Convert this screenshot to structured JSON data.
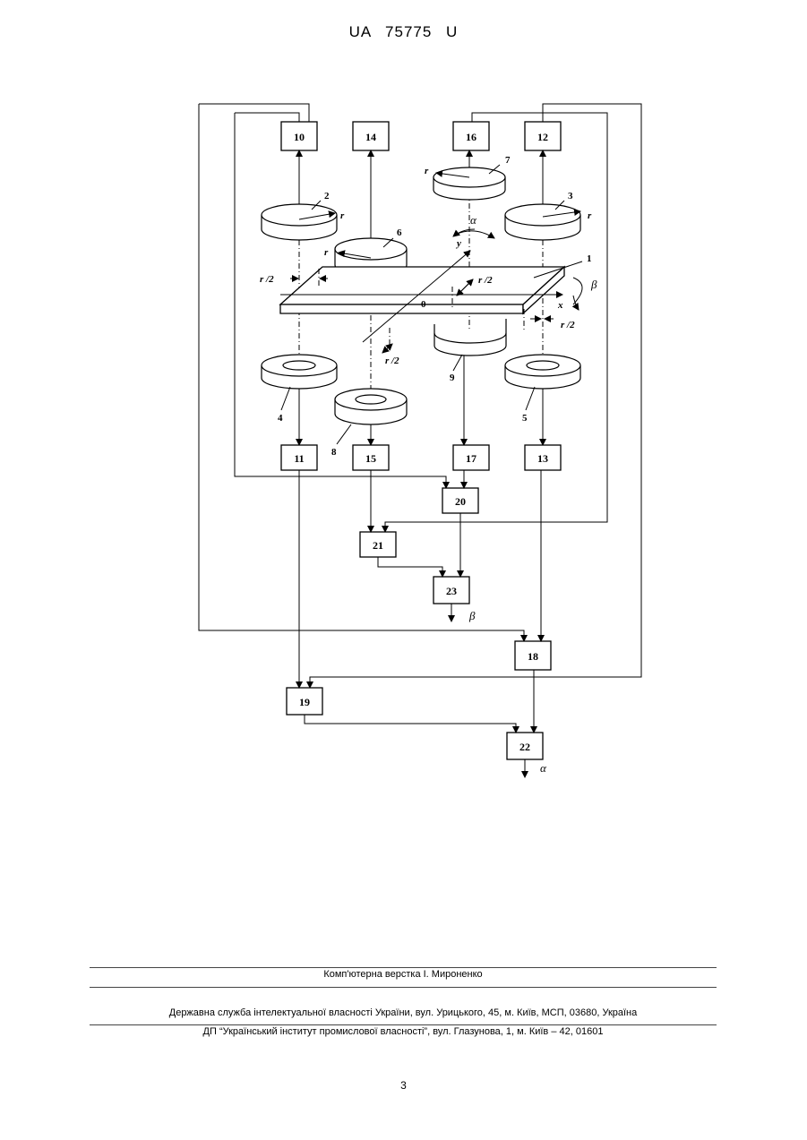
{
  "header": {
    "patent": "UA   75775   U"
  },
  "blocks": [
    "10",
    "14",
    "16",
    "12",
    "11",
    "15",
    "17",
    "13",
    "20",
    "21",
    "23",
    "18",
    "19",
    "22"
  ],
  "labels": {
    "n1": "1",
    "n2": "2",
    "n3": "3",
    "n4": "4",
    "n5": "5",
    "n6": "6",
    "n7": "7",
    "n8": "8",
    "n9": "9",
    "r": "r",
    "r2": "r /2",
    "zero": "0",
    "x": "x",
    "y": "y",
    "alpha": "α",
    "beta": "β"
  },
  "footer": {
    "layout": "Комп'ютерна верстка І. Мироненко",
    "service": "Державна служба інтелектуальної власності України, вул. Урицького, 45, м. Київ, МСП, 03680, Україна",
    "institute": "ДП “Український інститут промислової власності”, вул. Глазунова, 1, м. Київ – 42, 01601",
    "page": "3"
  }
}
